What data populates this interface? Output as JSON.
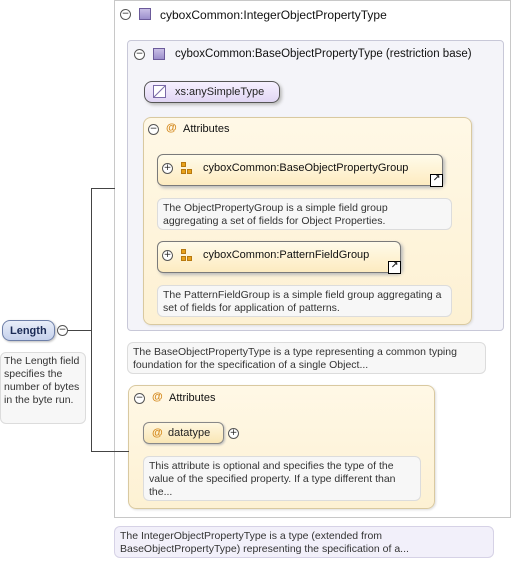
{
  "element": {
    "name": "Length",
    "doc": "The Length field specifies the number of bytes in the byte run."
  },
  "type": {
    "title": "cyboxCommon:IntegerObjectPropertyType",
    "doc": "The IntegerObjectPropertyType is a type (extended from BaseObjectPropertyType) representing the specification of a..."
  },
  "base": {
    "title": "cyboxCommon:BaseObjectPropertyType (restriction base)",
    "simple_type": "xs:anySimpleType",
    "attributes_label": "Attributes",
    "groups": [
      {
        "name": "cyboxCommon:BaseObjectPropertyGroup",
        "doc": "The ObjectPropertyGroup is a simple field group aggregating a set of fields for Object Properties."
      },
      {
        "name": "cyboxCommon:PatternFieldGroup",
        "doc": "The PatternFieldGroup is a simple field group aggregating a set of fields for application of patterns."
      }
    ],
    "doc": "The BaseObjectPropertyType is a type representing a common typing foundation for the specification of a single Object..."
  },
  "attributes": {
    "label": "Attributes",
    "attr_name": "datatype",
    "attr_doc": "This attribute is optional and specifies the type of the value of the specified property. If a type different than the..."
  },
  "icons": {
    "minus": "⊖",
    "plus": "⊕",
    "at": "@",
    "link": "↗"
  }
}
